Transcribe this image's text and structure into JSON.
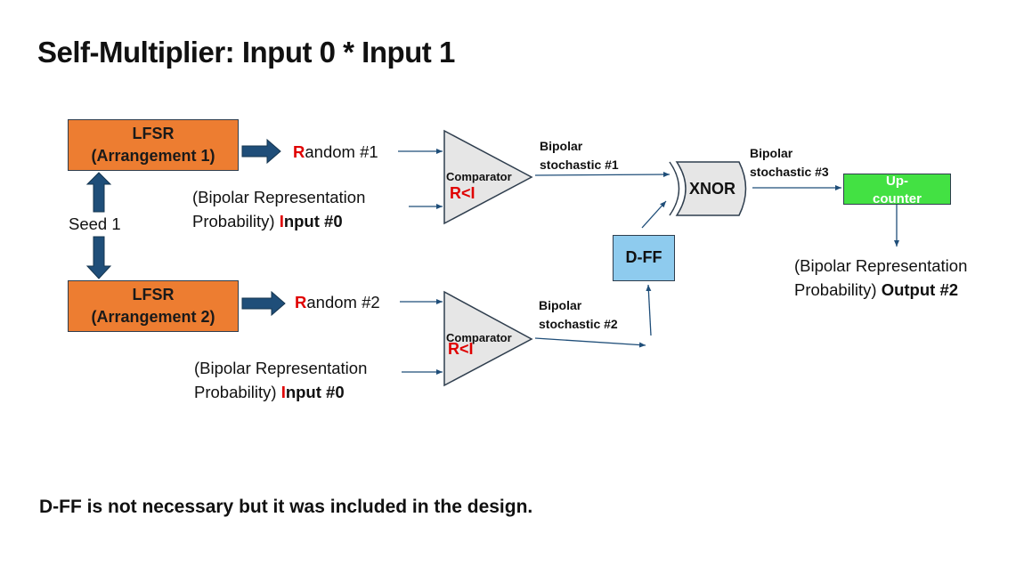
{
  "title": "Self-Multiplier: Input 0 * Input 1",
  "lfsr1": {
    "line1": "LFSR",
    "line2": "(Arrangement 1)"
  },
  "lfsr2": {
    "line1": "LFSR",
    "line2": "(Arrangement 2)"
  },
  "seed": "Seed 1",
  "random1": {
    "first": "R",
    "rest": "andom #1"
  },
  "random2": {
    "first": "R",
    "rest": "andom #2"
  },
  "input1": {
    "line1": "(Bipolar Representation",
    "line2": "Probability) ",
    "first": "I",
    "rest": "nput #0"
  },
  "input2": {
    "line1": "(Bipolar Representation",
    "line2": "Probability) ",
    "first": "I",
    "rest": "nput #0"
  },
  "comparator1": {
    "label": "Comparator",
    "r": "R",
    "lt": "<I"
  },
  "comparator2": {
    "label": "Comparator",
    "r": "R",
    "lt": "<I"
  },
  "stoch1": {
    "line1": "Bipolar",
    "line2": "stochastic #1"
  },
  "stoch2": {
    "line1": "Bipolar",
    "line2": "stochastic #2"
  },
  "stoch3": {
    "line1": "Bipolar",
    "line2": "stochastic #3"
  },
  "xnor": "XNOR",
  "dff": "D-FF",
  "upcounter": {
    "line1": "Up-",
    "line2": "counter"
  },
  "output": {
    "line1": "(Bipolar Representation",
    "line2": "Probability)  ",
    "bold": "Output #2"
  },
  "note": "D-FF is not necessary but it was included in the design.",
  "colors": {
    "lfsr": "#ed7d31",
    "dff": "#8ecbee",
    "counter": "#43e143",
    "arrow": "#1f4e79",
    "highlight": "#e00000"
  }
}
